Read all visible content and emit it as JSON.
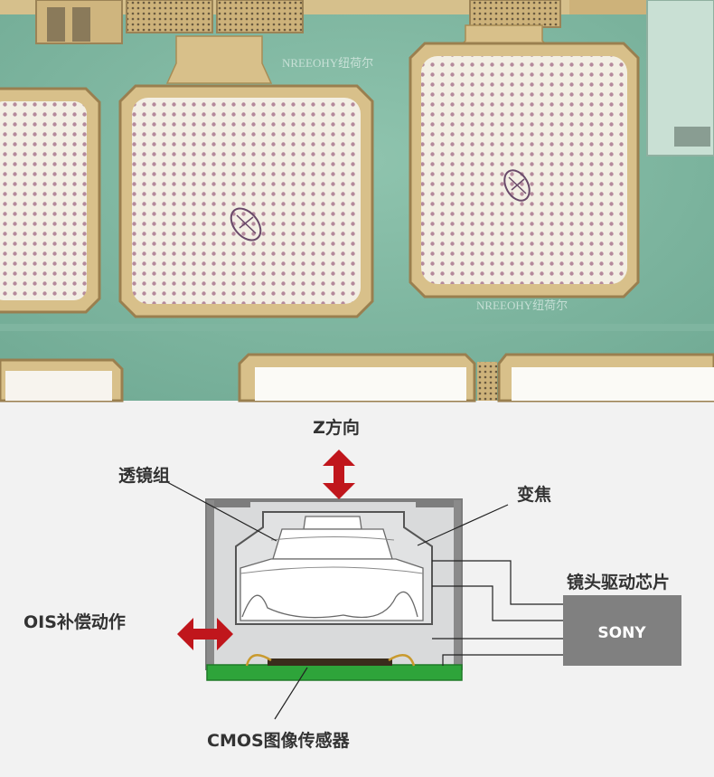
{
  "photo": {
    "watermark_top": "NREEOHY纽荷尔",
    "watermark_bottom": "NREEOHY纽荷尔"
  },
  "diagram": {
    "z_direction_label": "Z方向",
    "lens_group_label": "透镜组",
    "zoom_label": "变焦",
    "driver_chip_label": "镜头驱动芯片",
    "chip_brand": "SONY",
    "ois_label": "OIS补偿动作",
    "cmos_label": "CMOS图像传感器"
  },
  "colors": {
    "arrow_red": "#c0161c",
    "pcb_green": "#2ea43a",
    "chip_gray": "#808080",
    "die_green": "#7fb8a0",
    "pad_gold": "#d8c08a"
  }
}
